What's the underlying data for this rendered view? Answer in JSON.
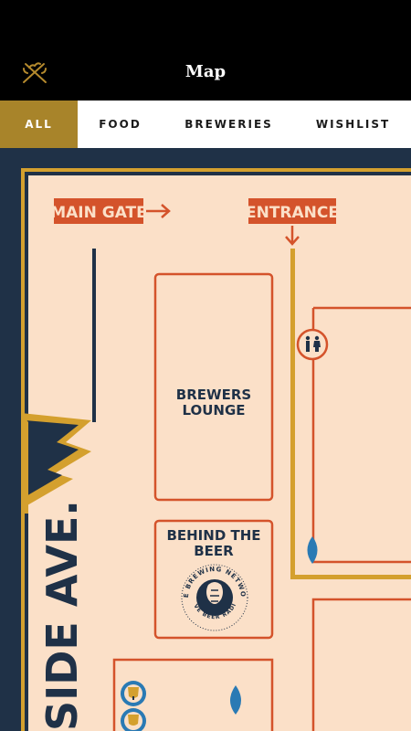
{
  "header": {
    "title": "Map",
    "logo_icon": "wheat-hops-logo-icon"
  },
  "tabs": [
    {
      "label": "ALL",
      "active": true
    },
    {
      "label": "FOOD",
      "active": false
    },
    {
      "label": "BREWERIES",
      "active": false
    },
    {
      "label": "WISHLIST",
      "active": false
    }
  ],
  "map": {
    "main_gate_label": "MAIN GATE",
    "entrance_label": "ENTRANCE",
    "brewers_lounge": [
      "BREWERS",
      "LOUNGE"
    ],
    "behind_the_beer": [
      "BEHIND THE",
      "BEER"
    ],
    "brewing_network": {
      "top_text": "THE BREWING NETWORK",
      "bottom_text": "LIVE BEER RADIO"
    },
    "street_name": "SIDE AVE.",
    "colors": {
      "navy": "#1f3147",
      "gold": "#d4a02e",
      "orange": "#d4532b",
      "map_bg": "#fbe0c8",
      "water_blue": "#2a7ab4"
    },
    "icons": [
      "restroom-icon",
      "water-drop-icon",
      "beer-glass-icon"
    ]
  }
}
